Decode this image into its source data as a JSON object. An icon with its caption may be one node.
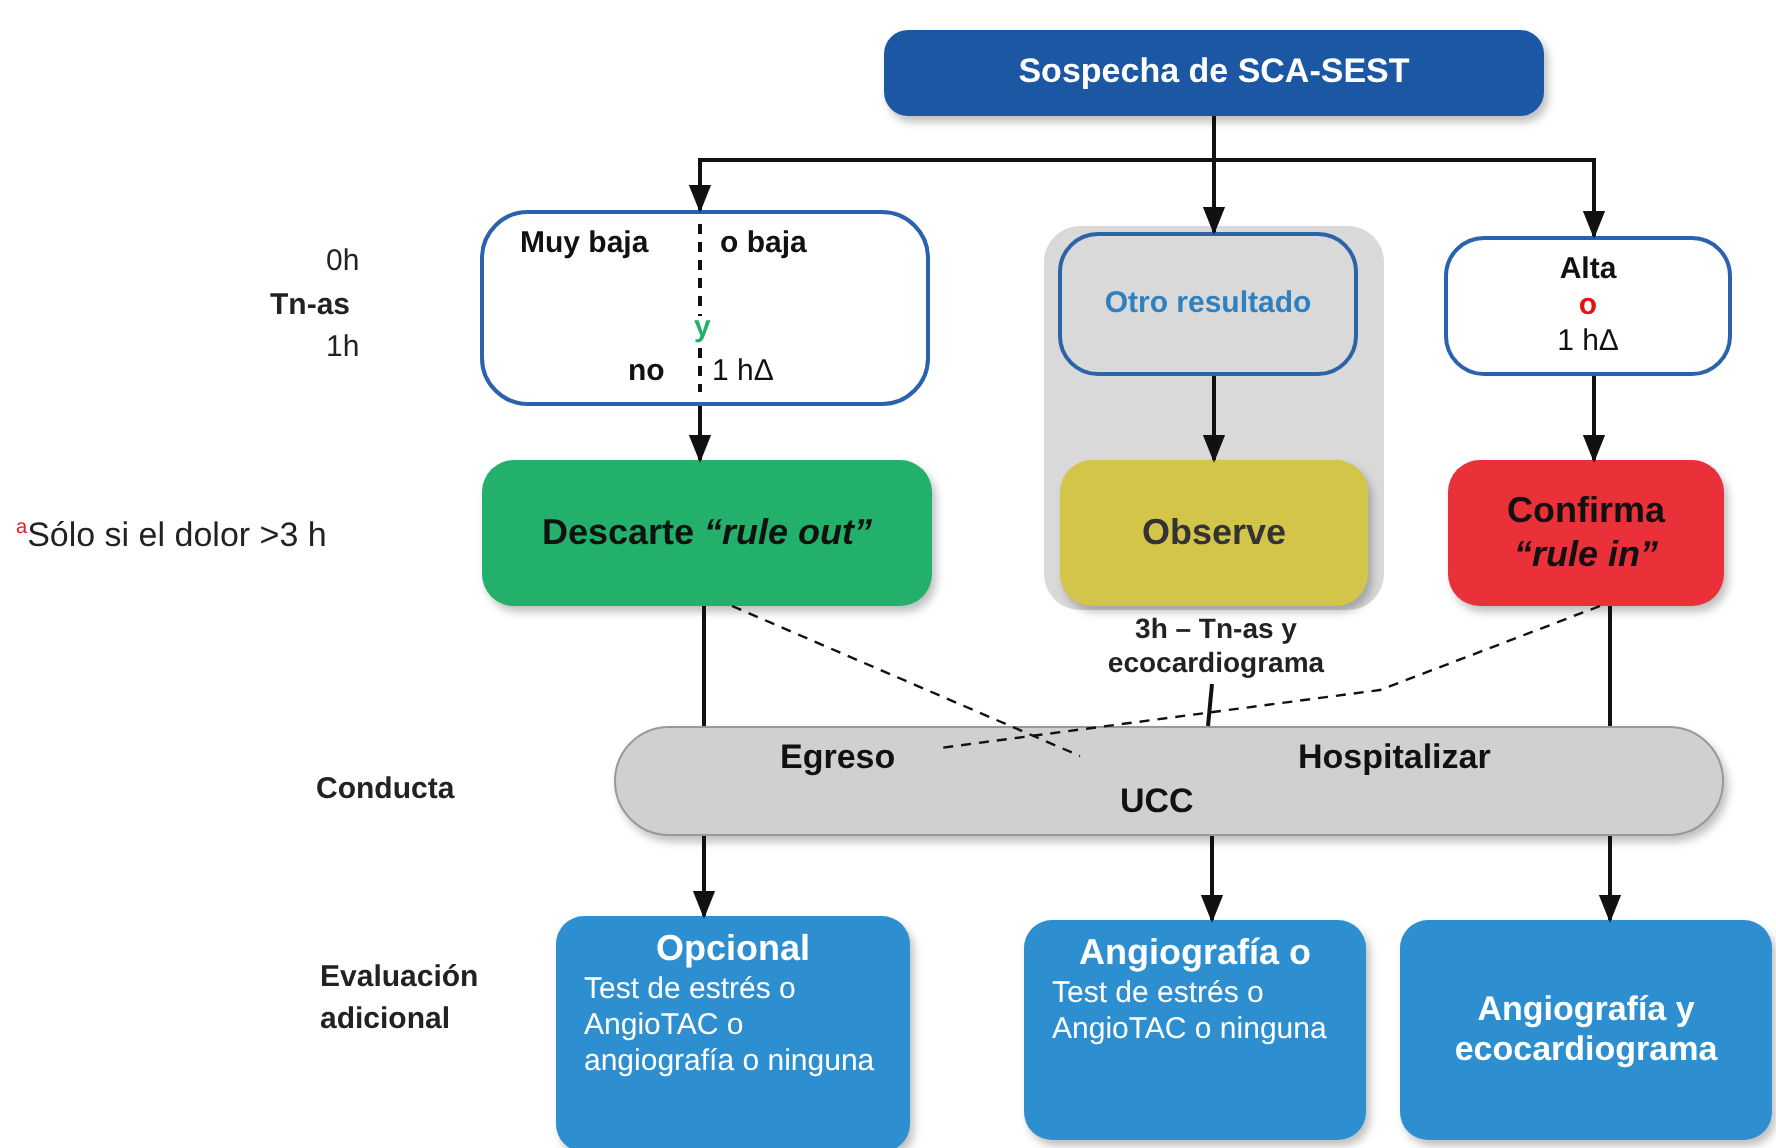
{
  "diagram": {
    "nodes": [
      {
        "text": [
          "Sospecha de  SCA-SEST"
        ]
      },
      {
        "text": [
          "Muy baja",
          "o baja",
          "y",
          "no",
          "1 hΔ"
        ]
      },
      {
        "text": [],
        "shape": "box"
      },
      {
        "text": [
          "Otro resultado"
        ],
        "in": 2
      },
      {
        "text": [
          "Observe"
        ],
        "in": 2
      },
      {
        "text": [
          "Alta",
          "o",
          "1 hΔ"
        ]
      },
      {
        "text": [
          "Descarte *“rule out”*"
        ]
      },
      {
        "text": [
          "Confirma *“rule in”*"
        ]
      },
      {
        "text": [
          "3h – Tn-as y ecocardiograma"
        ]
      },
      {
        "text": [
          "Egreso",
          "Hospitalizar",
          "UCC"
        ]
      },
      {
        "text": [
          "Opcional",
          "Test de estrés o AngioTAC o angiografía o ninguna"
        ]
      },
      {
        "text": [
          "Angiografía o",
          "Test de estrés o AngioTAC o ninguna"
        ]
      },
      {
        "text": [
          "Angiografía y ecocardiograma"
        ]
      }
    ],
    "edges": [
      {
        "from": 0,
        "to": 1,
        "arrow": "to"
      },
      {
        "from": 0,
        "to": 3,
        "arrow": "to"
      },
      {
        "from": 0,
        "to": 5,
        "arrow": "to"
      },
      {
        "from": 1,
        "to": 6,
        "arrow": "to"
      },
      {
        "from": 3,
        "to": 4,
        "arrow": "to"
      },
      {
        "from": 5,
        "to": 7,
        "arrow": "to"
      },
      {
        "from": 6,
        "to": 9,
        "arrow": "none"
      },
      {
        "from": 8,
        "to": 9,
        "arrow": "none"
      },
      {
        "from": 7,
        "to": 9,
        "arrow": "none"
      },
      {
        "from": 6,
        "to": 9,
        "arrow": "none",
        "style": "dashed"
      },
      {
        "from": 7,
        "to": 9,
        "arrow": "none",
        "style": "dashed"
      },
      {
        "from": 9,
        "to": 10,
        "arrow": "to"
      },
      {
        "from": 9,
        "to": 11,
        "arrow": "to"
      },
      {
        "from": 9,
        "to": 12,
        "arrow": "to"
      }
    ],
    "labels": [
      "0h",
      "Tn-as",
      "1h",
      "$^{a}$Sólo si el dolor >3 h",
      "Conducta",
      "Evaluación adicional"
    ]
  }
}
